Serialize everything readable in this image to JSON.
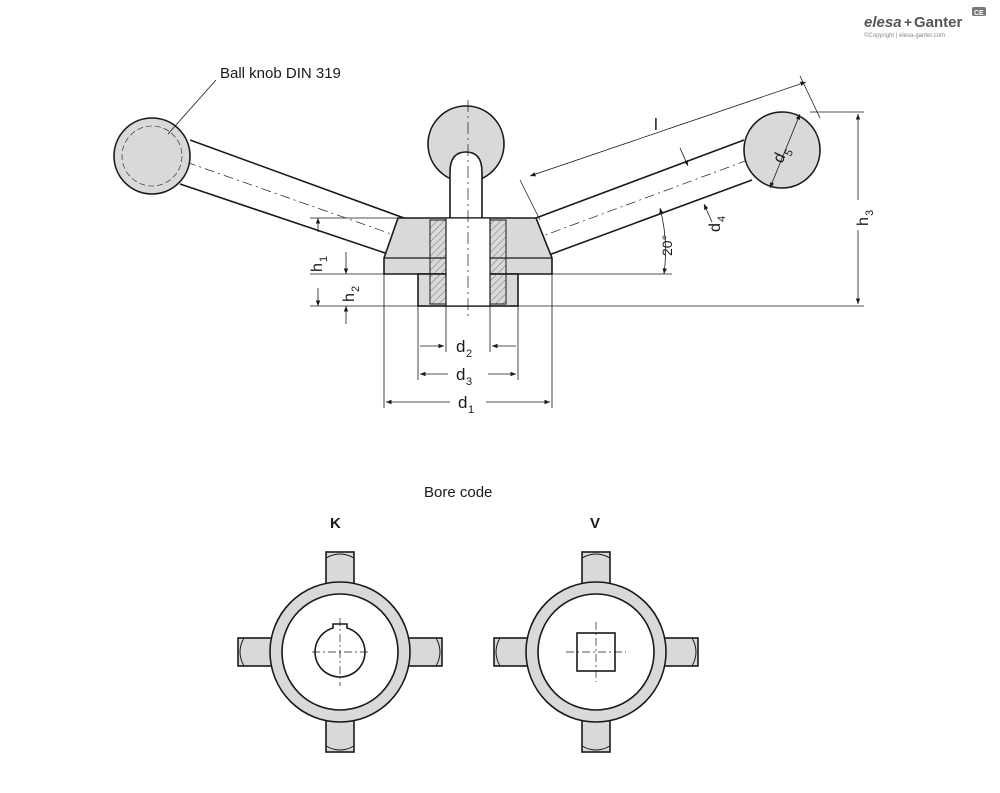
{
  "brand": {
    "name_part1": "elesa",
    "plus": "+",
    "name_part2": "Ganter",
    "copyright": "©Copyright | elesa-ganter.com",
    "badge": "CE"
  },
  "labels": {
    "ball_knob": "Ball knob DIN 319",
    "l": "l",
    "d5": "d",
    "d5_sub": "5",
    "d4": "d",
    "d4_sub": "4",
    "angle": "20°",
    "h1": "h",
    "h1_sub": "1",
    "h2": "h",
    "h2_sub": "2",
    "h3": "h",
    "h3_sub": "3",
    "d1": "d",
    "d1_sub": "1",
    "d2": "d",
    "d2_sub": "2",
    "d3": "d",
    "d3_sub": "3"
  },
  "bore_code": {
    "title": "Bore code",
    "variants": [
      {
        "code": "K"
      },
      {
        "code": "V"
      }
    ]
  },
  "colors": {
    "line": "#1a1a1a",
    "fill_grey": "#d9d9d9",
    "brand": "#555555"
  }
}
